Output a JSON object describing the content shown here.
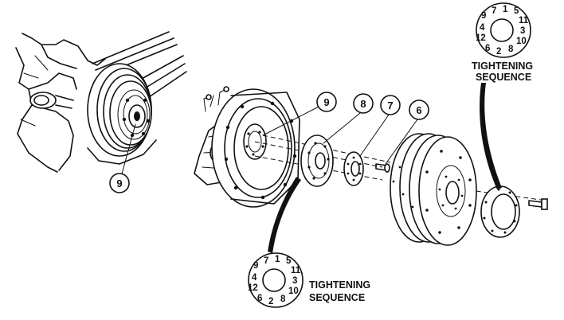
{
  "diagram": {
    "callouts": {
      "item9_left": "9",
      "item9_right": "9",
      "item8": "8",
      "item7": "7",
      "item6": "6"
    },
    "sequence_top": {
      "numbers": [
        "9",
        "7",
        "1",
        "5",
        "11",
        "4",
        "3",
        "12",
        "10",
        "6",
        "2",
        "8"
      ],
      "label_line1": "TIGHTENING",
      "label_line2": "SEQUENCE"
    },
    "sequence_bottom": {
      "numbers": [
        "9",
        "7",
        "1",
        "5",
        "11",
        "4",
        "3",
        "12",
        "10",
        "6",
        "2",
        "8"
      ],
      "label_line1": "TIGHTENING",
      "label_line2": "SEQUENCE"
    }
  }
}
